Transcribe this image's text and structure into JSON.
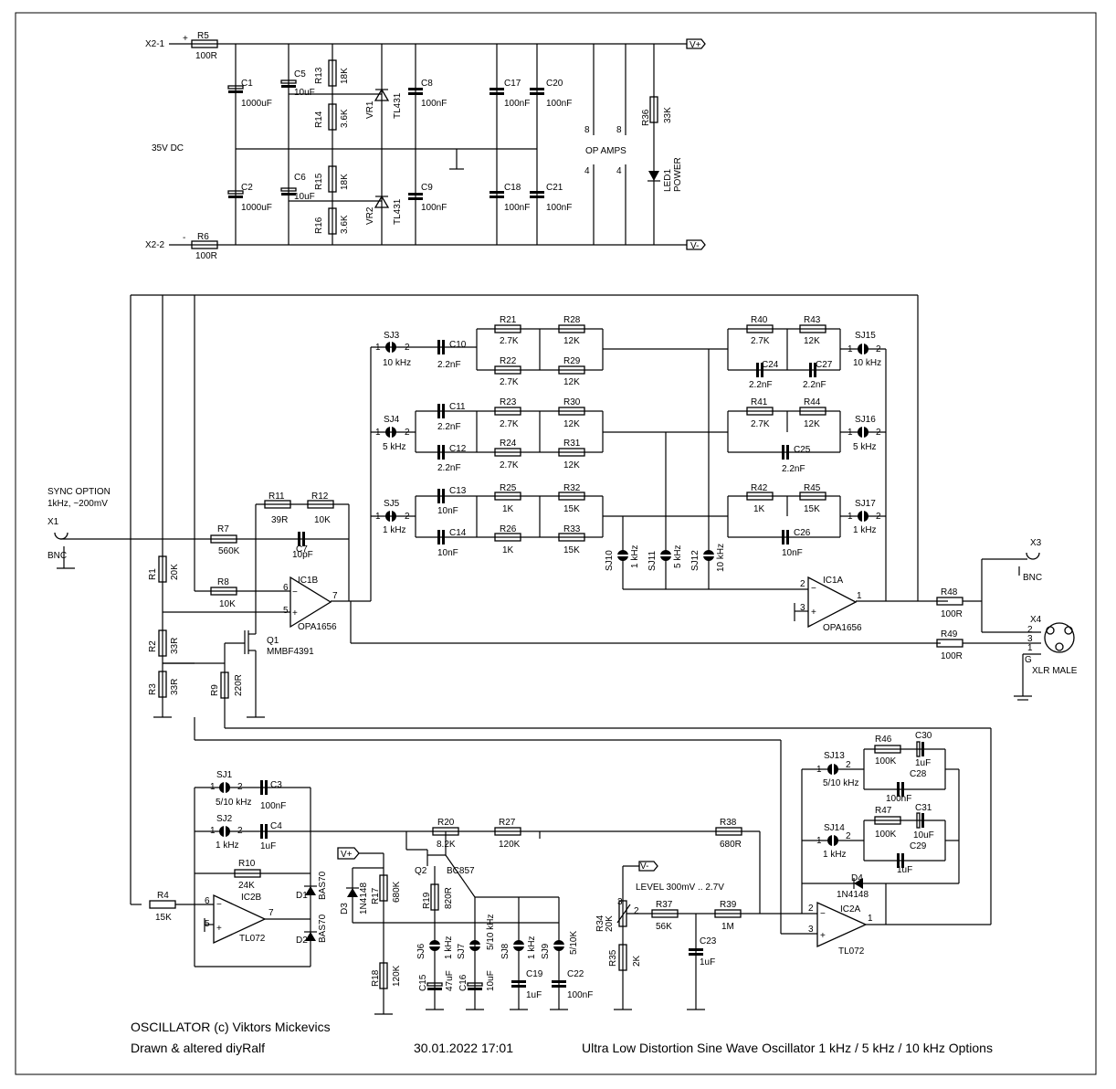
{
  "title_block": {
    "line1": "OSCILLATOR (c) Viktors Mickevics",
    "line2": "Drawn & altered diyRalf",
    "date": "30.01.2022 17:01",
    "description": "Ultra Low Distortion Sine Wave Oscillator 1 kHz / 5 kHz / 10 kHz Options"
  },
  "labels": {
    "supply": "35V DC",
    "op_amps": "OP AMPS",
    "level": "LEVEL 300mV .. 2.7V",
    "sync_1": "SYNC OPTION",
    "sync_2": "1kHz, ~200mV"
  },
  "nets": {
    "vpos": "V+",
    "vneg": "V-",
    "plus": "+",
    "minus": "-"
  },
  "connectors": [
    {
      "ref": "X2-1"
    },
    {
      "ref": "X2-2"
    },
    {
      "ref": "X1",
      "value": "BNC"
    },
    {
      "ref": "X3",
      "value": "BNC"
    },
    {
      "ref": "X4",
      "value": "XLR MALE"
    }
  ],
  "components": [
    {
      "ref": "R5",
      "value": "100R"
    },
    {
      "ref": "R6",
      "value": "100R"
    },
    {
      "ref": "C1",
      "value": "1000uF"
    },
    {
      "ref": "C2",
      "value": "1000uF"
    },
    {
      "ref": "C5",
      "value": "10uF"
    },
    {
      "ref": "C6",
      "value": "10uF"
    },
    {
      "ref": "R13",
      "value": "18K"
    },
    {
      "ref": "R14",
      "value": "3.6K"
    },
    {
      "ref": "R15",
      "value": "18K"
    },
    {
      "ref": "R16",
      "value": "3.6K"
    },
    {
      "ref": "VR1",
      "value": "TL431"
    },
    {
      "ref": "VR2",
      "value": "TL431"
    },
    {
      "ref": "C8",
      "value": "100nF"
    },
    {
      "ref": "C9",
      "value": "100nF"
    },
    {
      "ref": "C17",
      "value": "100nF"
    },
    {
      "ref": "C18",
      "value": "100nF"
    },
    {
      "ref": "C20",
      "value": "100nF"
    },
    {
      "ref": "C21",
      "value": "100nF"
    },
    {
      "ref": "R36",
      "value": "33K"
    },
    {
      "ref": "LED1",
      "value": "POWER"
    },
    {
      "ref": "SJ3",
      "value": "10 kHz"
    },
    {
      "ref": "SJ4",
      "value": "5 kHz"
    },
    {
      "ref": "SJ5",
      "value": "1 kHz"
    },
    {
      "ref": "C10",
      "value": "2.2nF"
    },
    {
      "ref": "C11",
      "value": "2.2nF"
    },
    {
      "ref": "C12",
      "value": "2.2nF"
    },
    {
      "ref": "C13",
      "value": "10nF"
    },
    {
      "ref": "C14",
      "value": "10nF"
    },
    {
      "ref": "R21",
      "value": "2.7K"
    },
    {
      "ref": "R22",
      "value": "2.7K"
    },
    {
      "ref": "R23",
      "value": "2.7K"
    },
    {
      "ref": "R24",
      "value": "2.7K"
    },
    {
      "ref": "R25",
      "value": "1K"
    },
    {
      "ref": "R26",
      "value": "1K"
    },
    {
      "ref": "R28",
      "value": "12K"
    },
    {
      "ref": "R29",
      "value": "12K"
    },
    {
      "ref": "R30",
      "value": "12K"
    },
    {
      "ref": "R31",
      "value": "12K"
    },
    {
      "ref": "R32",
      "value": "15K"
    },
    {
      "ref": "R33",
      "value": "15K"
    },
    {
      "ref": "R40",
      "value": "2.7K"
    },
    {
      "ref": "R41",
      "value": "2.7K"
    },
    {
      "ref": "R42",
      "value": "1K"
    },
    {
      "ref": "R43",
      "value": "12K"
    },
    {
      "ref": "R44",
      "value": "12K"
    },
    {
      "ref": "R45",
      "value": "15K"
    },
    {
      "ref": "C24",
      "value": "2.2nF"
    },
    {
      "ref": "C27",
      "value": "2.2nF"
    },
    {
      "ref": "C25",
      "value": "2.2nF"
    },
    {
      "ref": "C26",
      "value": "10nF"
    },
    {
      "ref": "SJ15",
      "value": "10 kHz"
    },
    {
      "ref": "SJ16",
      "value": "5 kHz"
    },
    {
      "ref": "SJ17",
      "value": "1 kHz"
    },
    {
      "ref": "SJ10",
      "value": "1 kHz"
    },
    {
      "ref": "SJ11",
      "value": "5 kHz"
    },
    {
      "ref": "SJ12",
      "value": "10 kHz"
    },
    {
      "ref": "R11",
      "value": "39R"
    },
    {
      "ref": "R12",
      "value": "10K"
    },
    {
      "ref": "R7",
      "value": "560K"
    },
    {
      "ref": "C7",
      "value": "10pF"
    },
    {
      "ref": "R8",
      "value": "10K"
    },
    {
      "ref": "IC1B",
      "value": "OPA1656"
    },
    {
      "ref": "IC1A",
      "value": "OPA1656"
    },
    {
      "ref": "R1",
      "value": "20K"
    },
    {
      "ref": "R2",
      "value": "33R"
    },
    {
      "ref": "R3",
      "value": "33R"
    },
    {
      "ref": "Q1",
      "value": "MMBF4391"
    },
    {
      "ref": "R9",
      "value": "220R"
    },
    {
      "ref": "R48",
      "value": "100R"
    },
    {
      "ref": "R49",
      "value": "100R"
    },
    {
      "ref": "SJ1",
      "value": "5/10 kHz"
    },
    {
      "ref": "SJ2",
      "value": "1 kHz"
    },
    {
      "ref": "C3",
      "value": "100nF"
    },
    {
      "ref": "C4",
      "value": "1uF"
    },
    {
      "ref": "R10",
      "value": "24K"
    },
    {
      "ref": "R4",
      "value": "15K"
    },
    {
      "ref": "IC2B",
      "value": "TL072"
    },
    {
      "ref": "D1",
      "value": "BAS70"
    },
    {
      "ref": "D2",
      "value": "BAS70"
    },
    {
      "ref": "R20",
      "value": "8.2K"
    },
    {
      "ref": "R27",
      "value": "120K"
    },
    {
      "ref": "R38",
      "value": "680R"
    },
    {
      "ref": "Q2",
      "value": "BC857"
    },
    {
      "ref": "D3",
      "value": "1N4148"
    },
    {
      "ref": "R17",
      "value": "680K"
    },
    {
      "ref": "R18",
      "value": "120K"
    },
    {
      "ref": "R19",
      "value": "820R"
    },
    {
      "ref": "SJ6",
      "value": "1 kHz"
    },
    {
      "ref": "SJ7",
      "value": "5/10 kHz"
    },
    {
      "ref": "SJ8",
      "value": "1 kHz"
    },
    {
      "ref": "SJ9",
      "value": "5/10K"
    },
    {
      "ref": "C15",
      "value": "47uF"
    },
    {
      "ref": "C16",
      "value": "10uF"
    },
    {
      "ref": "C19",
      "value": "1uF"
    },
    {
      "ref": "C22",
      "value": "100nF"
    },
    {
      "ref": "R34",
      "value": "20K"
    },
    {
      "ref": "R35",
      "value": "2K"
    },
    {
      "ref": "R37",
      "value": "56K"
    },
    {
      "ref": "R39",
      "value": "1M"
    },
    {
      "ref": "C23",
      "value": "1uF"
    },
    {
      "ref": "IC2A",
      "value": "TL072"
    },
    {
      "ref": "D4",
      "value": "1N4148"
    },
    {
      "ref": "SJ13",
      "value": "5/10 kHz"
    },
    {
      "ref": "SJ14",
      "value": "1 kHz"
    },
    {
      "ref": "R46",
      "value": "100K"
    },
    {
      "ref": "R47",
      "value": "100K"
    },
    {
      "ref": "C30",
      "value": "1uF"
    },
    {
      "ref": "C31",
      "value": "10uF"
    },
    {
      "ref": "C28",
      "value": "100nF"
    },
    {
      "ref": "C29",
      "value": "1uF"
    }
  ],
  "pins": {
    "one": "1",
    "two": "2",
    "three": "3",
    "four": "4",
    "five": "5",
    "six": "6",
    "seven": "7",
    "eight": "8",
    "g": "G"
  }
}
